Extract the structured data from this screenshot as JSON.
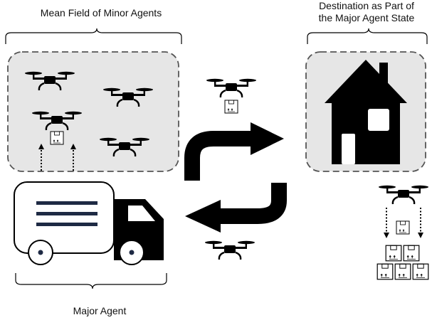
{
  "labels": {
    "minor_agents": "Mean Field of Minor Agents",
    "destination_line1": "Destination as Part of",
    "destination_line2": "the Major Agent State",
    "major_agent": "Major Agent"
  },
  "box_marking": "↑↑",
  "colors": {
    "panel_fill": "#e6e6e6",
    "panel_border": "#555555",
    "ink": "#000000",
    "truck_stripes": "#1e2a44"
  }
}
